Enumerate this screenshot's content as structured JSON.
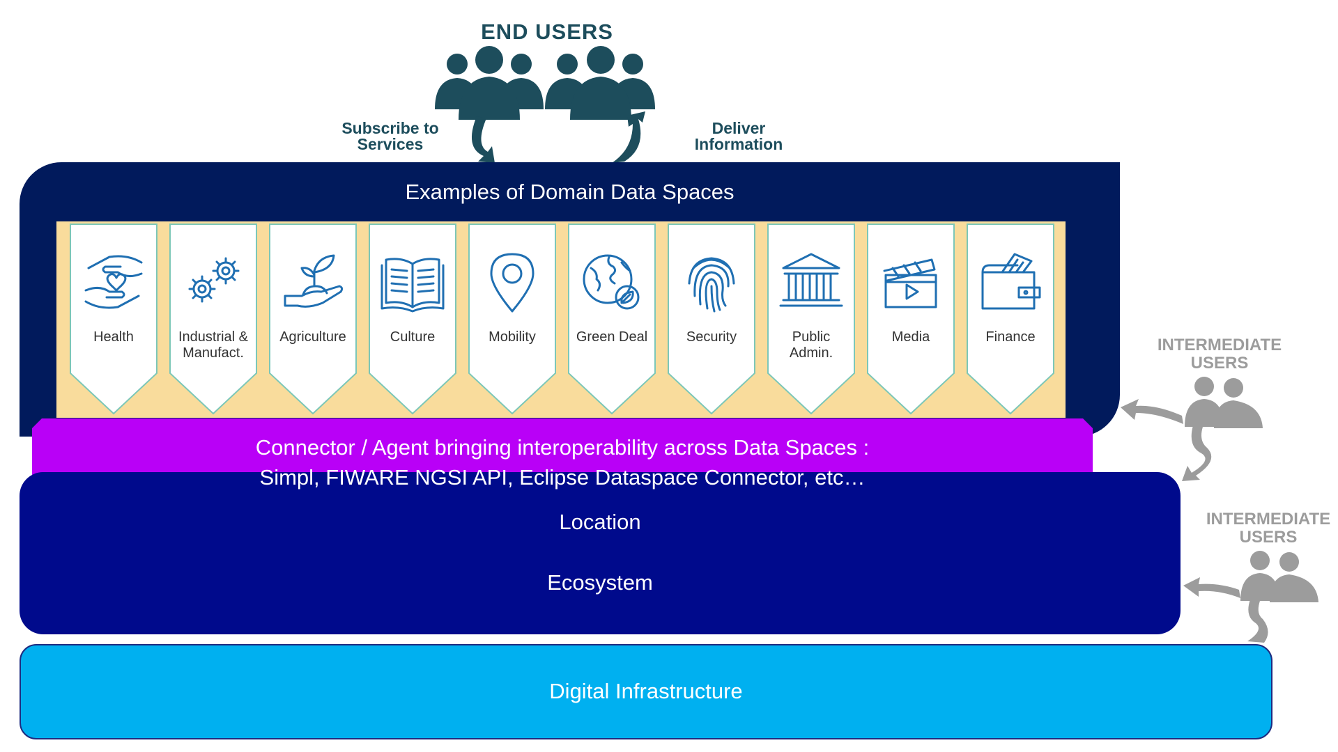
{
  "end_users": {
    "title": "END USERS",
    "subscribe_line1": "Subscribe to",
    "subscribe_line2": "Services",
    "deliver_line1": "Deliver",
    "deliver_line2": "Information",
    "color": "#1d4d5c"
  },
  "domain_data_spaces": {
    "title": "Examples of Domain Data Spaces",
    "block_color": "#011a5c",
    "strip_color": "#f9dc9c",
    "tiles": [
      {
        "icon": "health-hands-heart-icon",
        "line1": "Health",
        "line2": ""
      },
      {
        "icon": "gears-icon",
        "line1": "Industrial &",
        "line2": "Manufact."
      },
      {
        "icon": "plant-in-hand-icon",
        "line1": "Agriculture",
        "line2": ""
      },
      {
        "icon": "open-book-icon",
        "line1": "Culture",
        "line2": ""
      },
      {
        "icon": "location-pin-icon",
        "line1": "Mobility",
        "line2": ""
      },
      {
        "icon": "globe-leaf-icon",
        "line1": "Green Deal",
        "line2": ""
      },
      {
        "icon": "fingerprint-icon",
        "line1": "Security",
        "line2": ""
      },
      {
        "icon": "government-building-icon",
        "line1": "Public",
        "line2": "Admin."
      },
      {
        "icon": "clapperboard-icon",
        "line1": "Media",
        "line2": ""
      },
      {
        "icon": "wallet-icon",
        "line1": "Finance",
        "line2": ""
      }
    ]
  },
  "connector": {
    "line1": "Connector / Agent bringing interoperability across Data Spaces :",
    "line2": "Simpl, FIWARE NGSI API, Eclipse Dataspace Connector, etc…",
    "color": "#b900f7"
  },
  "location_ecosystem": {
    "location": "Location",
    "ecosystem": "Ecosystem",
    "color": "#000a8c"
  },
  "infrastructure": {
    "label": "Digital Infrastructure",
    "color": "#00b0f0"
  },
  "intermediate_users": [
    {
      "line1": "INTERMEDIATE",
      "line2": "USERS"
    },
    {
      "line1": "INTERMEDIATE",
      "line2": "USERS"
    }
  ]
}
